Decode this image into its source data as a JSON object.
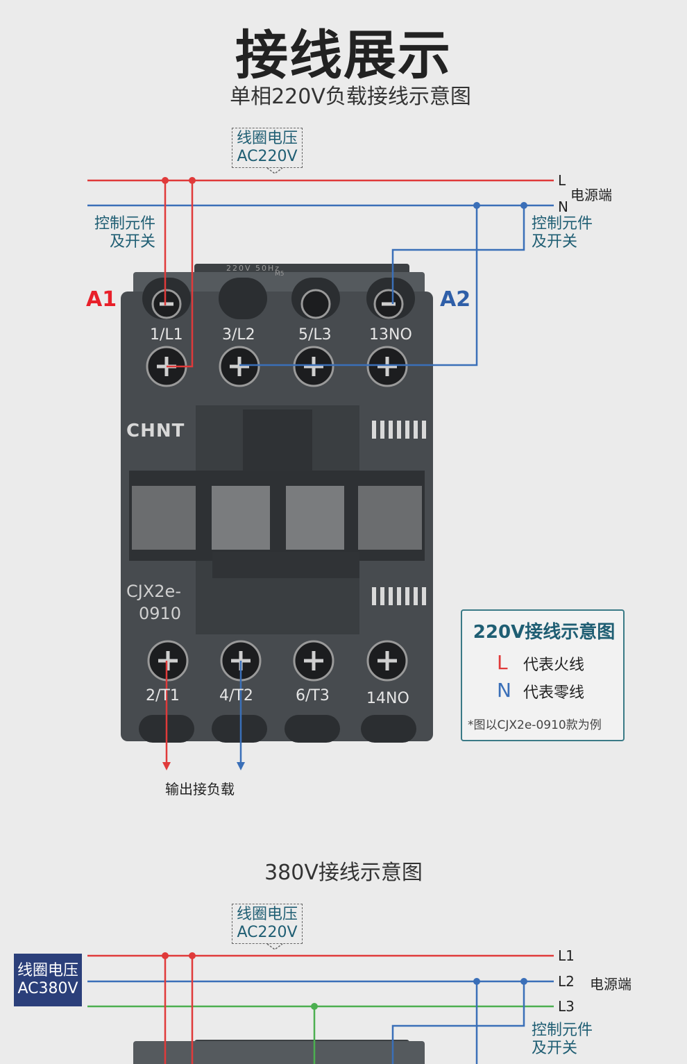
{
  "header": {
    "title": "接线展示",
    "subtitle_220": "单相220V负载接线示意图",
    "subtitle_380": "380V接线示意图"
  },
  "diagram220": {
    "coil_voltage_label": "线圈电压",
    "coil_voltage_value": "AC220V",
    "line_L": "L",
    "line_N": "N",
    "power_side": "电源端",
    "control_left_1": "控制元件",
    "control_left_2": "及开关",
    "control_right_1": "控制元件",
    "control_right_2": "及开关",
    "a1": "A1",
    "a2": "A2",
    "output_label": "输出接负载"
  },
  "contactor": {
    "brand": "CHNT",
    "model_line1": "CJX2e-",
    "model_line2": "0910",
    "top_text": "220V 50Hz",
    "top_sub": "M5",
    "top_terminals": [
      "1/L1",
      "3/L2",
      "5/L3",
      "13NO"
    ],
    "bottom_terminals": [
      "2/T1",
      "4/T2",
      "6/T3",
      "14NO"
    ]
  },
  "legend": {
    "title": "220V接线示意图",
    "l_symbol": "L",
    "l_text": "代表火线",
    "n_symbol": "N",
    "n_text": "代表零线",
    "note": "*图以CJX2e-0910款为例"
  },
  "diagram380": {
    "coil_voltage_label": "线圈电压",
    "coil_voltage_value": "AC220V",
    "coil380_label": "线圈电压",
    "coil380_value": "AC380V",
    "line_L1": "L1",
    "line_L2": "L2",
    "line_L3": "L3",
    "power_side": "电源端",
    "control_1": "控制元件",
    "control_2": "及开关"
  },
  "colors": {
    "live": "#e03a3a",
    "neutral": "#3a6fb8",
    "phase3": "#4caf50",
    "body": "#474b4f"
  }
}
